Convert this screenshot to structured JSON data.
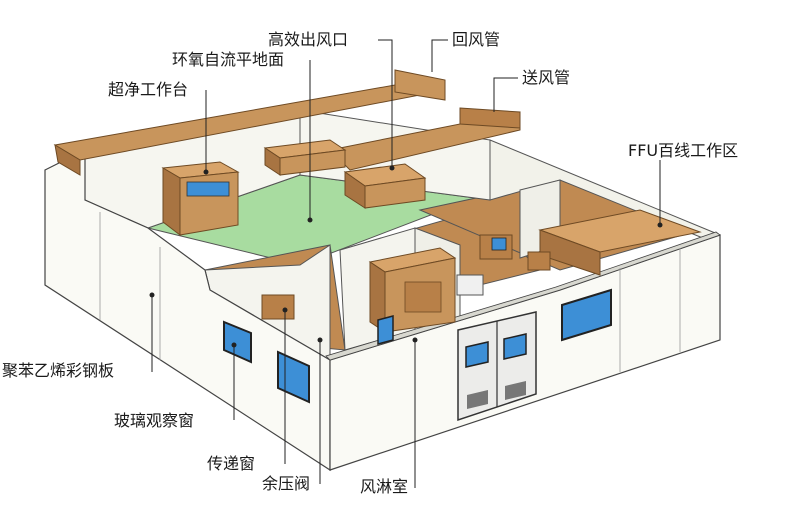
{
  "labels": {
    "return_duct": "回风管",
    "hepa_outlet": "高效出风口",
    "epoxy_floor": "环氧自流平地面",
    "supply_duct": "送风管",
    "clean_bench": "超净工作台",
    "ffu_zone": "FFU百线工作区",
    "eps_panel": "聚苯乙烯彩钢板",
    "glass_window": "玻璃观察窗",
    "pass_box": "传递窗",
    "pressure_valve": "余压阀",
    "air_shower": "风淋室"
  },
  "colors": {
    "duct": "#c8955c",
    "duct_dark": "#a87442",
    "floor_green": "#a8dca0",
    "floor_brown": "#c08a52",
    "wall": "#f6f6f0",
    "glass": "#3d8fd6"
  }
}
